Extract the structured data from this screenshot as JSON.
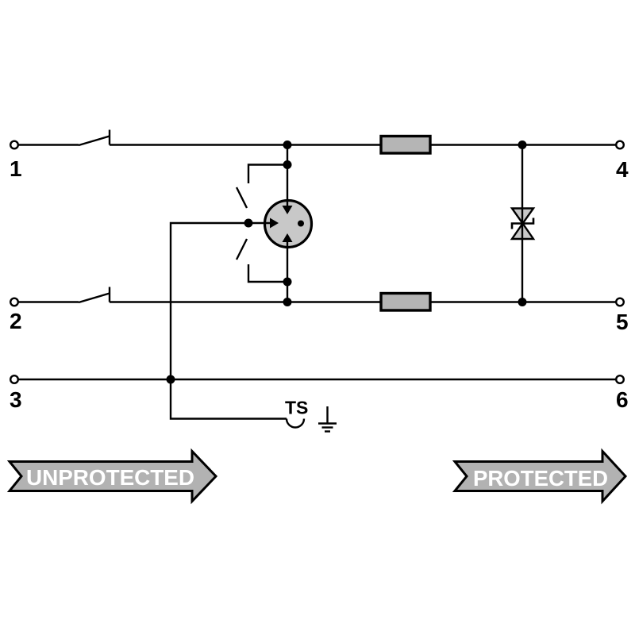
{
  "schematic": {
    "left_terminals": [
      {
        "label": "1"
      },
      {
        "label": "2"
      },
      {
        "label": "3"
      }
    ],
    "right_terminals": [
      {
        "label": "4"
      },
      {
        "label": "5"
      },
      {
        "label": "6"
      }
    ],
    "ground_label": "TS",
    "flow": {
      "left": "UNPROTECTED",
      "right": "PROTECTED"
    },
    "components": {
      "switch_line1": "disconnect-contact",
      "switch_line2": "disconnect-contact",
      "arrester": "three-electrode-gas-discharge-tube",
      "arrester_contact": "pluggable-contact-bracket",
      "resistor_line1": "series-resistor",
      "resistor_line2": "series-resistor",
      "suppressor": "bidirectional-tvs-diode",
      "rail_contact": "ts-rail-contact",
      "earth": "earth-ground"
    },
    "colors": {
      "background": "#ffffff",
      "line": "#000000",
      "component_fill": "#b5b5b5",
      "gdt_fill": "#c8c8c8",
      "arrow_fill": "#b2b2b2",
      "arrow_text": "#ffffff"
    }
  }
}
